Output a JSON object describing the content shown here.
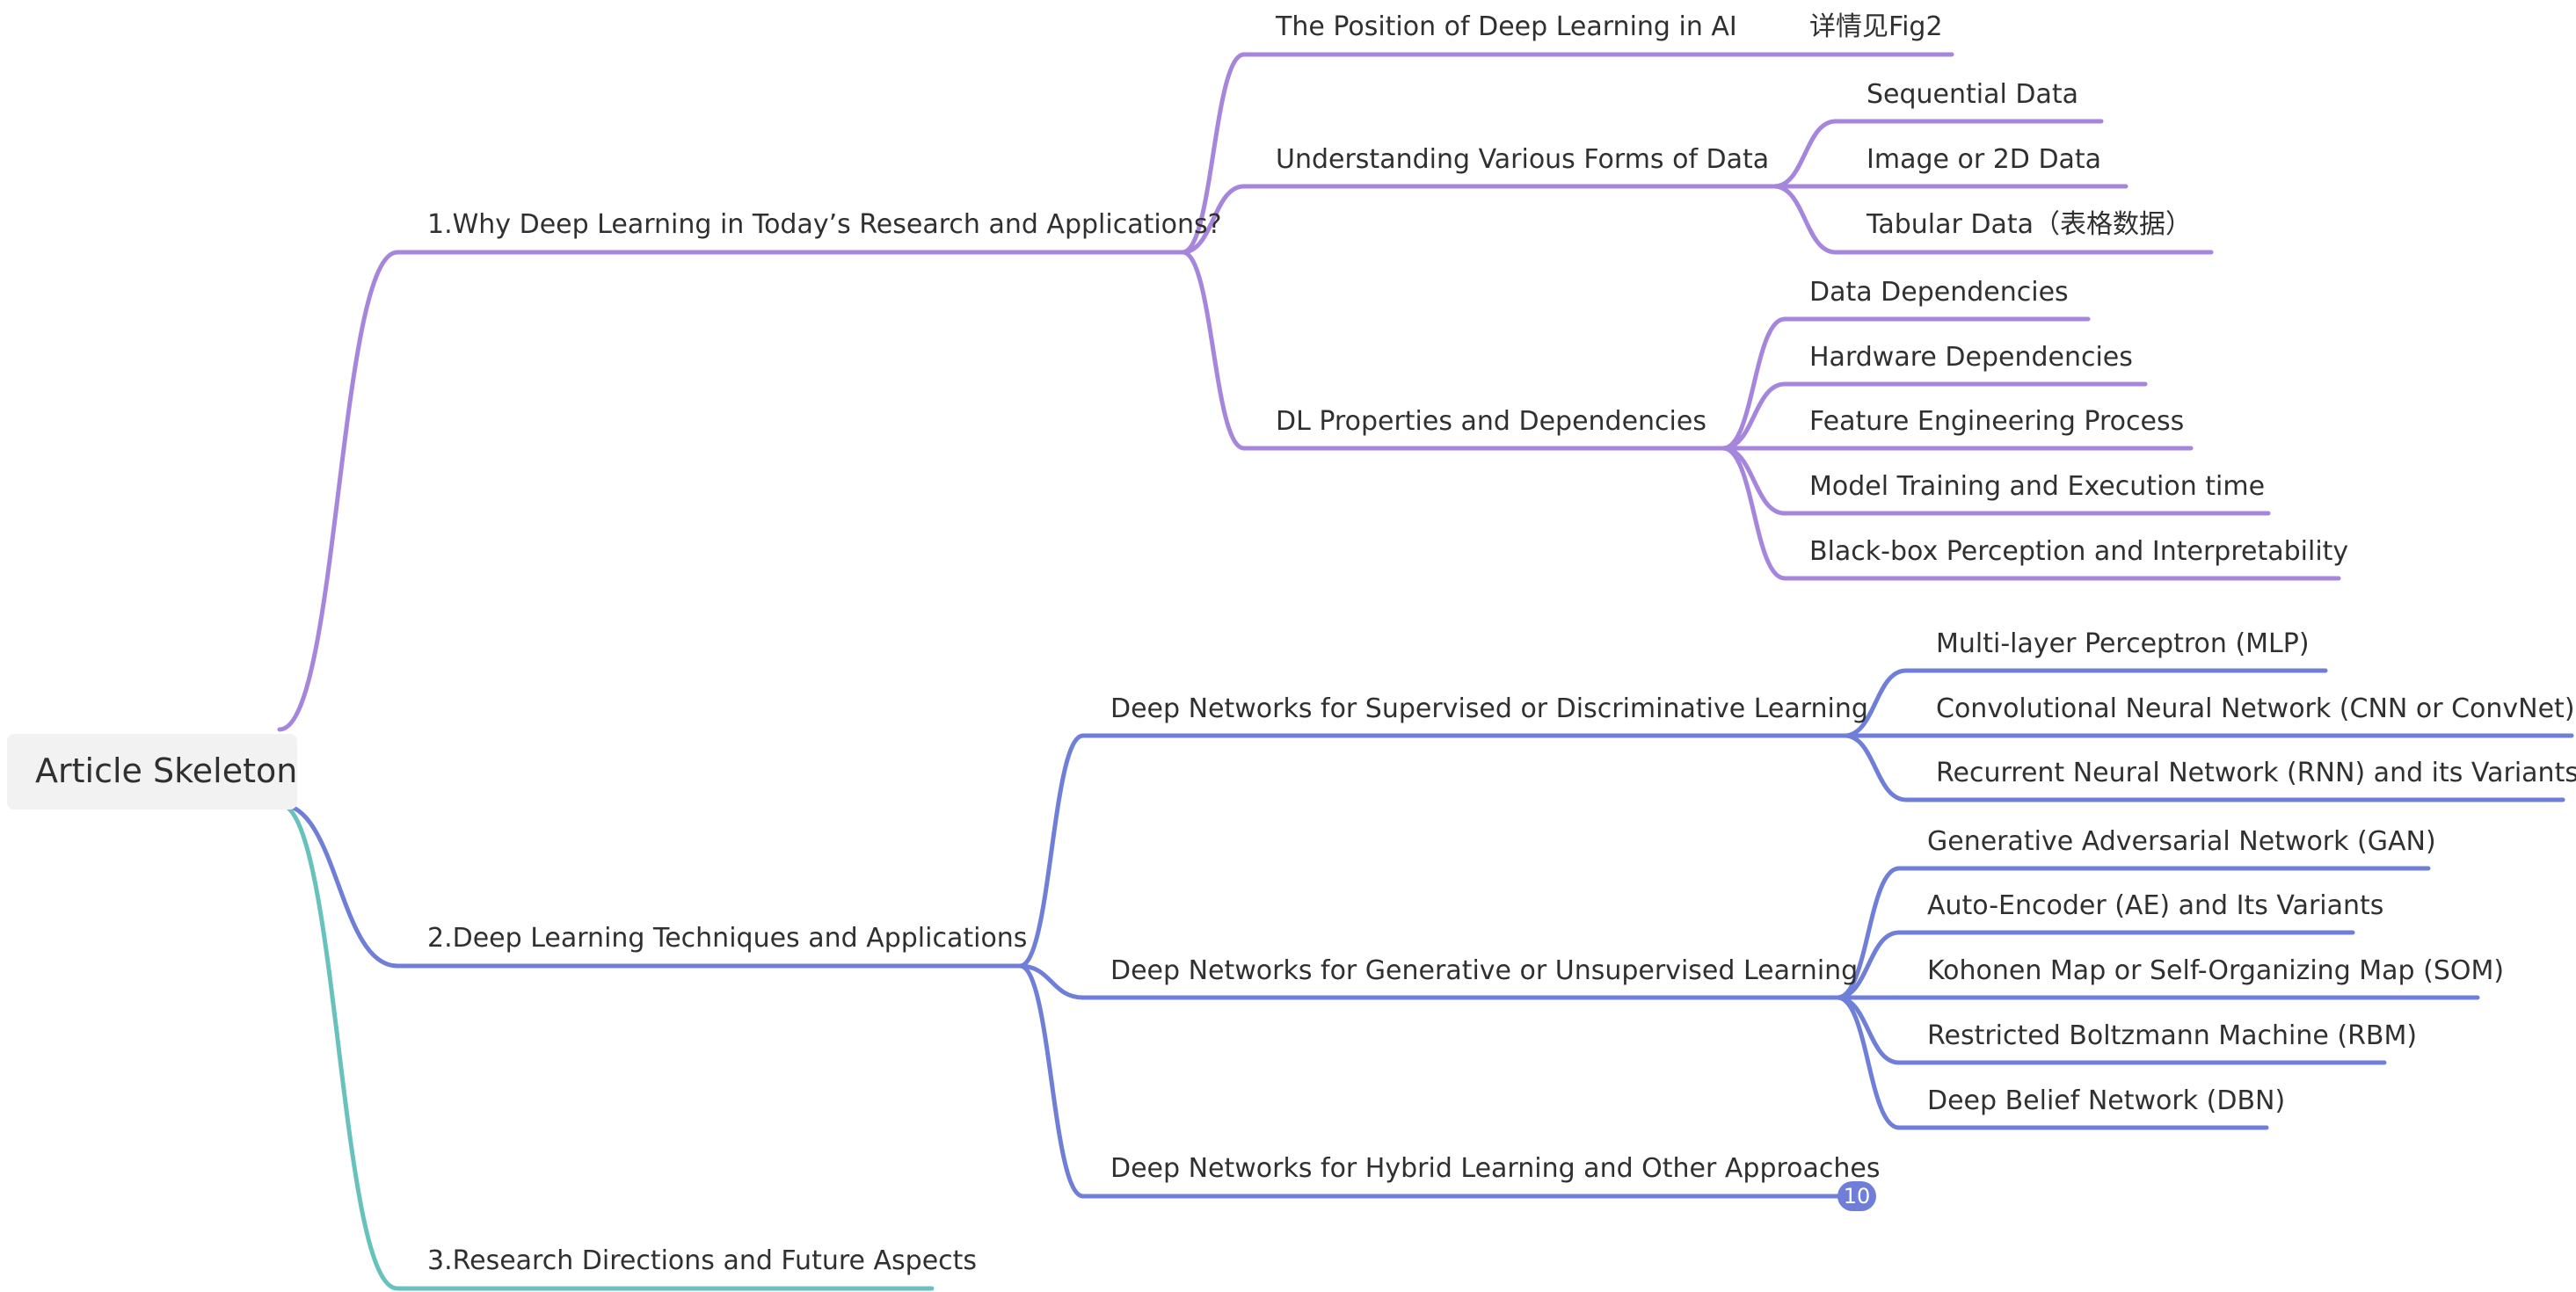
{
  "root": {
    "label": "Article Skeleton"
  },
  "colors": {
    "branch1": "#a685dc",
    "branch2": "#6f7fd8",
    "branch3": "#67c2bd"
  },
  "branches": [
    {
      "label": "1.Why Deep Learning in Today’s Research and Applications?",
      "children": [
        {
          "label": "The Position of Deep Learning in AI",
          "note": "详情见Fig2"
        },
        {
          "label": "Understanding Various Forms of Data",
          "children": [
            "Sequential Data",
            "Image or 2D Data",
            "Tabular Data（表格数据）"
          ]
        },
        {
          "label": "DL Properties and Dependencies",
          "children": [
            "Data Dependencies",
            "Hardware Dependencies",
            "Feature Engineering Process",
            "Model Training and Execution time",
            "Black-box Perception and Interpretability"
          ]
        }
      ]
    },
    {
      "label": "2.Deep Learning Techniques and Applications",
      "children": [
        {
          "label": "Deep Networks for Supervised or Discriminative Learning",
          "children": [
            "Multi-layer Perceptron (MLP)",
            "Convolutional Neural Network (CNN or ConvNet)",
            "Recurrent Neural Network (RNN) and its Variants"
          ]
        },
        {
          "label": "Deep Networks for Generative or Unsupervised Learning",
          "children": [
            "Generative Adversarial Network (GAN)",
            "Auto-Encoder (AE) and Its Variants",
            "Kohonen Map or Self-Organizing Map (SOM)",
            "Restricted Boltzmann Machine (RBM)",
            "Deep Belief Network (DBN)"
          ]
        },
        {
          "label": "Deep Networks for Hybrid Learning and Other Approaches",
          "collapsed_count": "10"
        }
      ]
    },
    {
      "label": "3.Research Directions and Future Aspects"
    }
  ]
}
